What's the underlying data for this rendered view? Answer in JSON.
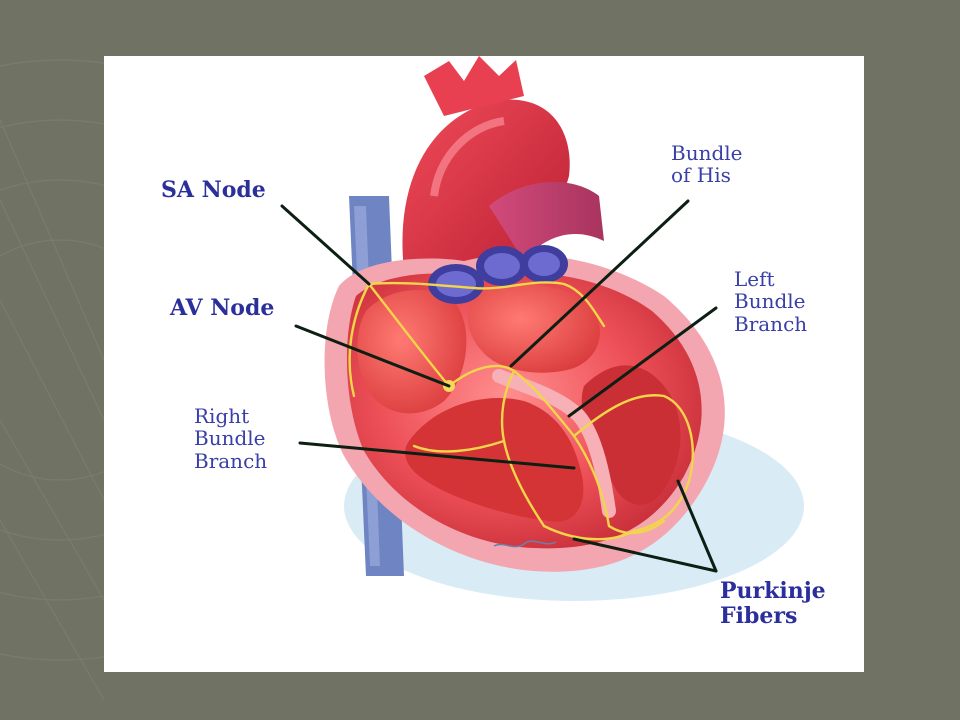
{
  "diagram": {
    "labels": {
      "sa_node": [
        "SA Node"
      ],
      "av_node": [
        "AV Node"
      ],
      "bundle_of_his": [
        "Bundle",
        "of His"
      ],
      "left_bundle_branch": [
        "Left",
        "Bundle",
        "Branch"
      ],
      "right_bundle_branch": [
        "Right",
        "Bundle",
        "Branch"
      ],
      "purkinje_fibers": [
        "Purkinje",
        "Fibers"
      ]
    },
    "colors": {
      "slide_background": "#707364",
      "label_text": "#2b2f9c",
      "heart_red": "#e8424a",
      "conduction_yellow": "#f2d54a",
      "valve_blue": "#4a47a8",
      "vessel_blue": "#5f76b8"
    }
  }
}
